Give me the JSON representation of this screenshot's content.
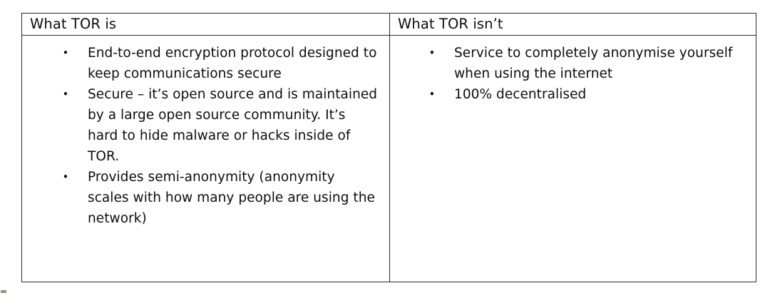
{
  "document": {
    "type": "comparison-table",
    "bullet_glyph": "•",
    "border_color": "#2b2b2b",
    "text_color": "#0d0d0d",
    "background_color": "#ffffff"
  },
  "table": {
    "columns": [
      {
        "id": "what-tor-is",
        "header": "What TOR is",
        "bullets": [
          "End-to-end encryption protocol designed to keep communications secure",
          "Secure – it’s open source and is maintained by a large open source community. It’s hard to hide malware or hacks inside of TOR.",
          "Provides semi-anonymity (anonymity scales with how many people are using the network)"
        ]
      },
      {
        "id": "what-tor-isnt",
        "header": "What TOR isn’t",
        "bullets": [
          "Service to completely anonymise yourself when using the internet",
          "100% decentralised"
        ]
      }
    ]
  }
}
